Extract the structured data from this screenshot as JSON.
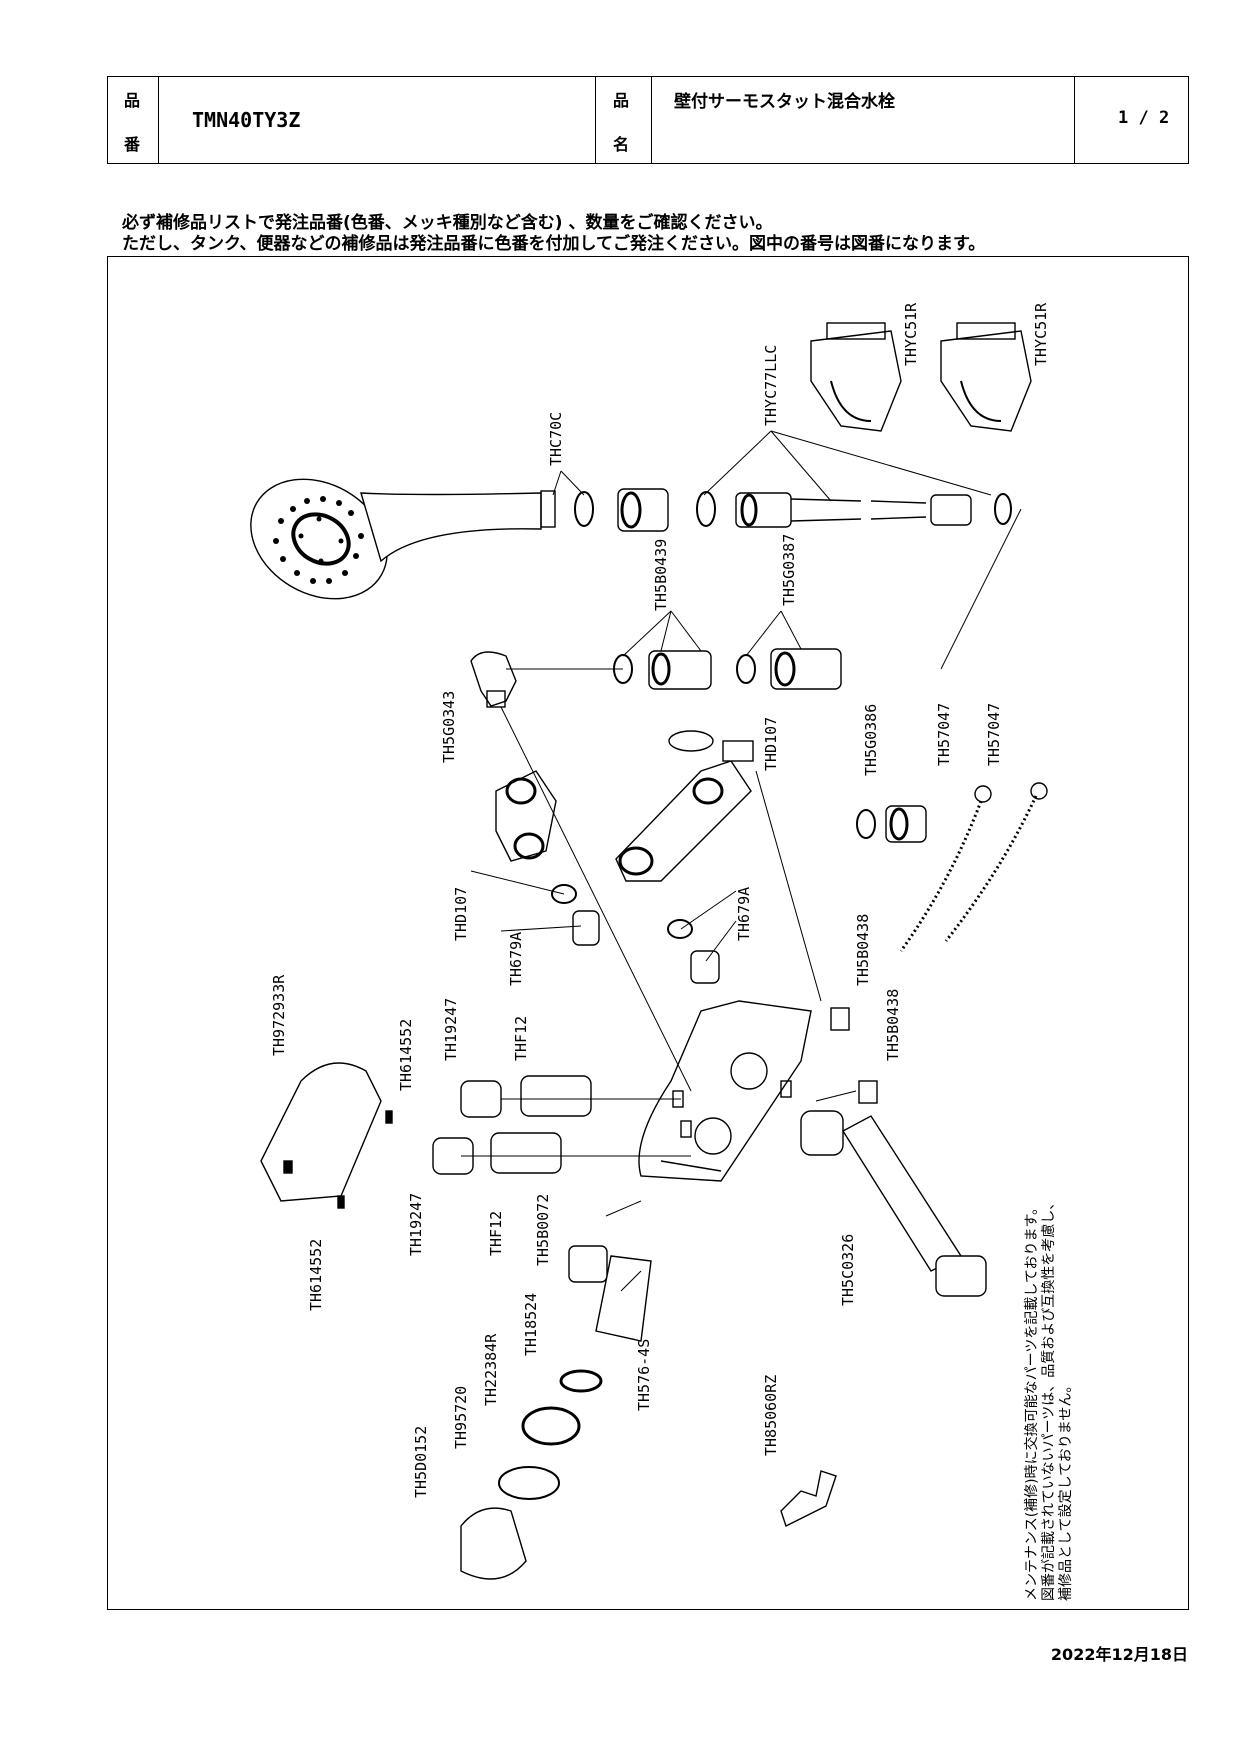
{
  "header": {
    "hinban_label_top": "品",
    "hinban_label_bottom": "番",
    "product_code": "TMN40TY3Z",
    "hinmei_label_top": "品",
    "hinmei_label_bottom": "名",
    "product_name": "壁付サーモスタット混合水栓",
    "page": "1 / 2"
  },
  "notes": {
    "line1": "必ず補修品リストで発注品番(色番、メッキ種別など含む) 、数量をご確認ください。",
    "line2": "ただし、タンク、便器などの補修品は発注品番に色番を付加してご発注ください。図中の番号は図番になります。"
  },
  "parts": {
    "thyc51r_a": "THYC51R",
    "thyc51r_b": "THYC51R",
    "thyc77llc": "THYC77LLC",
    "thc70c": "THC70C",
    "th5b0439": "TH5B0439",
    "th5g0387": "TH5G0387",
    "th5g0343": "TH5G0343",
    "thd107_a": "THD107",
    "th5g0386": "TH5G0386",
    "th57047_a": "TH57047",
    "th57047_b": "TH57047",
    "thd107_b": "THD107",
    "th679a_a": "TH679A",
    "th679a_b": "TH679A",
    "th5b0438_a": "TH5B0438",
    "th5b0438_b": "TH5B0438",
    "th972933r": "TH972933R",
    "th614552_a": "TH614552",
    "th19247_a": "TH19247",
    "thf12_a": "THF12",
    "th19247_b": "TH19247",
    "thf12_b": "THF12",
    "th5b0072": "TH5B0072",
    "th614552_b": "TH614552",
    "th18524": "TH18524",
    "th22384r": "TH22384R",
    "th95720": "TH95720",
    "th5d0152": "TH5D0152",
    "th576_4s": "TH576-4S",
    "th5c0326": "TH5C0326",
    "th85060rz": "TH85060RZ"
  },
  "maintenance_note": {
    "line1": "メンテナンス(補修)時に交換可能なパーツを記載しております。",
    "line2": "図番が記載されていないパーツは、品質および互換性を考慮し、",
    "line3": "補修品として設定しておりません。"
  },
  "date": "2022年12月18日"
}
